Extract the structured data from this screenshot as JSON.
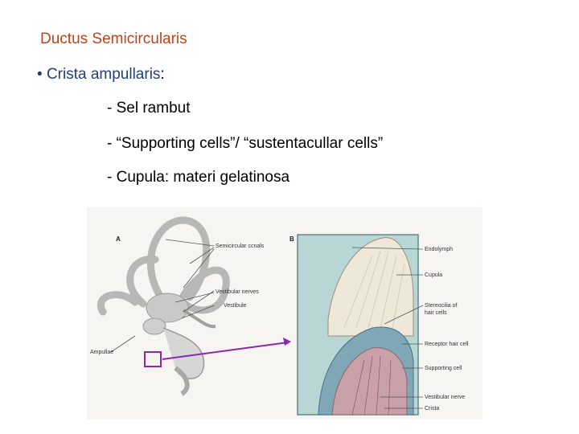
{
  "slide": {
    "title": "Ductus Semicircularis",
    "bullet": {
      "marker": "•",
      "text": "Crista ampullaris",
      "colon": ":"
    },
    "items": [
      "- Sel rambut",
      "- “Supporting cells”/ “sustentacullar cells”",
      "- Cupula: materi gelatinosa"
    ]
  },
  "figure": {
    "panel_a": "A",
    "panel_b": "B",
    "labels_a": {
      "semicircular_canals": "Semicircular ccnals",
      "vestibular_nerves": "Vestibular nerves",
      "vestibule": "Vestibule",
      "ampullae": "Ampullae"
    },
    "labels_b": {
      "endolymph": "Endolymph",
      "cupula": "Cupula",
      "stereocilia_1": "Stereocilia of",
      "stereocilia_2": "hair cells",
      "receptor": "Receptor hair cell",
      "supporting": "Supporting cell",
      "nerve": "Vestibular nerve",
      "crista": "Crista"
    },
    "colors": {
      "title": "#b5451b",
      "bullet": "#1f3f78",
      "background_panel": "#b9d6d6",
      "cupula": "#efe7d8",
      "crista": "#c9a0a8",
      "arrow": "#8a2aa8"
    }
  }
}
